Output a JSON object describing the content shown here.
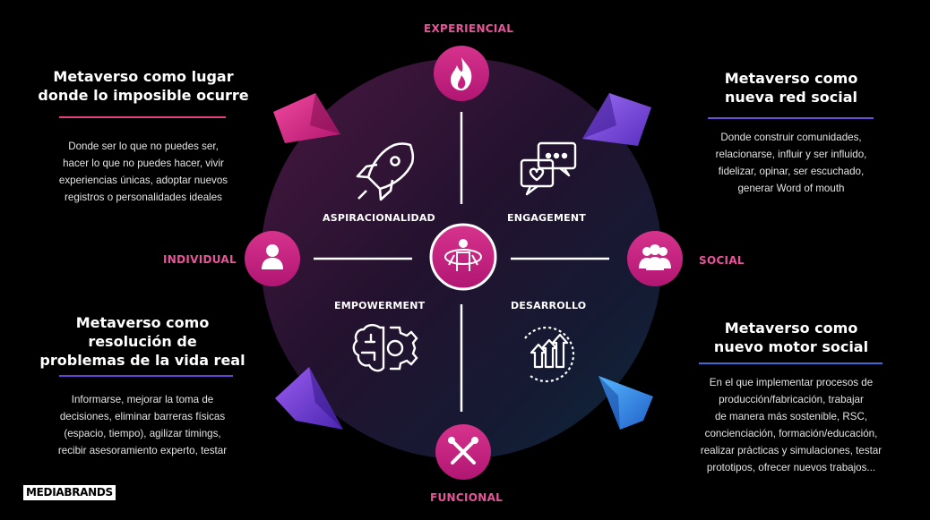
{
  "axes": {
    "top": "EXPERIENCIAL",
    "bottom": "FUNCIONAL",
    "left": "INDIVIDUAL",
    "right": "SOCIAL"
  },
  "quadrants": {
    "top_left": {
      "label": "ASPIRACIONALIDAD",
      "icon": "rocket-icon"
    },
    "top_right": {
      "label": "ENGAGEMENT",
      "icon": "chat-bubbles-icon"
    },
    "bottom_left": {
      "label": "EMPOWERMENT",
      "icon": "brain-gear-icon"
    },
    "bottom_right": {
      "label": "DESARROLLO",
      "icon": "growth-arrows-icon"
    }
  },
  "axis_icons": {
    "top": "flame-icon",
    "bottom": "tools-icon",
    "left": "person-icon",
    "right": "group-icon",
    "center": "vr-avatar-icon"
  },
  "blocks": {
    "top_left": {
      "title": [
        "Metaverso como lugar",
        "donde lo imposible ocurre"
      ],
      "body": [
        "Donde ser lo que no puedes ser,",
        "hacer lo que no puedes hacer, vivir",
        "experiencias únicas, adoptar nuevos",
        "registros o personalidades ideales"
      ]
    },
    "top_right": {
      "title": [
        "Metaverso como",
        "nueva red social"
      ],
      "body": [
        "Donde construir comunidades,",
        "relacionarse, influir y ser influido,",
        "fidelizar, opinar, ser escuchado,",
        "generar Word of mouth"
      ]
    },
    "bottom_left": {
      "title": [
        "Metaverso como",
        "resolución de",
        "problemas de la vida real"
      ],
      "body": [
        "Informarse, mejorar la toma de",
        "decisiones, eliminar barreras físicas",
        "(espacio, tiempo), agilizar timings,",
        "recibir asesoramiento experto, testar"
      ]
    },
    "bottom_right": {
      "title": [
        "Metaverso como",
        "nuevo motor social"
      ],
      "body": [
        "En el que implementar procesos de",
        "producción/fabricación, trabajar",
        "de manera más sostenible, RSC,",
        "concienciación, formación/educación,",
        "realizar prácticas y simulaciones, testar",
        "prototipos, ofrecer nuevos trabajos..."
      ]
    }
  },
  "brand": "MEDIABRANDS",
  "colors": {
    "background": "#000000",
    "accent_pink": "#e8559a",
    "magenta": "#c81e7e",
    "purple": "#7c4ddb",
    "blue": "#2f8ee6",
    "circle_top_left": "#3a1636",
    "circle_top_right": "#24123a",
    "circle_bottom_left": "#1b1636",
    "circle_bottom_right": "#0f2436"
  }
}
